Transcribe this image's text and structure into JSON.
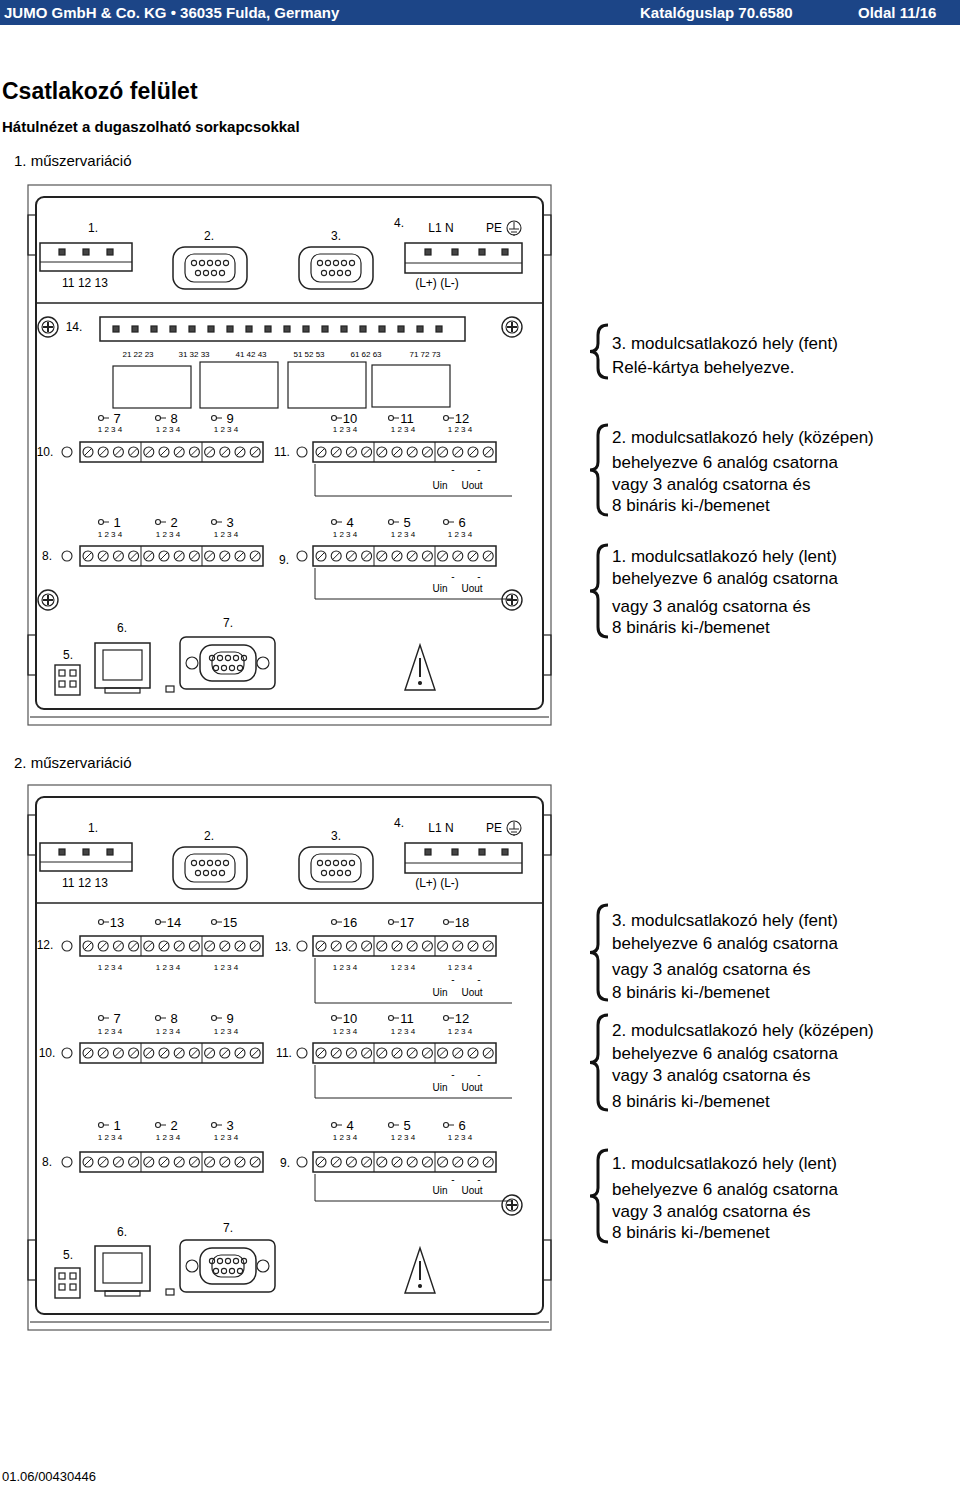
{
  "diagram": {
    "title": "Csatlakozó felület",
    "labels": [
      "JUMO GmbH & Co. KG • 36035 Fulda, Germany",
      "Katalóguslap 70.6580",
      "Oldal 11/16",
      "Hátulnézet a dugaszolható sorkapcsokkal",
      "1. műszervariáció",
      "1.",
      "2.",
      "3.",
      "4.",
      "L1 N",
      "PE",
      "11 12 13",
      "(L+) (L-)",
      "14.",
      "21 22 23",
      "31 32 33",
      "41 42 43",
      "51 52 53",
      "61 62 63",
      "71 72 73",
      "7",
      "8",
      "9",
      "10",
      "11",
      "12",
      "1 2 3 4",
      "1 2 3 4",
      "1 2 3 4",
      "1 2 3 4",
      "1 2 3 4",
      "1 2 3 4",
      "10.",
      "11.",
      "-",
      "-",
      "Uin",
      "Uout",
      "1",
      "2",
      "3",
      "4",
      "5",
      "6",
      "1 2 3 4",
      "1 2 3 4",
      "1 2 3 4",
      "1 2 3 4",
      "1 2 3 4",
      "1 2 3 4",
      "8.",
      "9.",
      "-",
      "-",
      "Uin",
      "Uout",
      "5.",
      "6.",
      "7.",
      "3. modulcsatlakozó hely (fent)",
      "Relé-kártya behelyezve.",
      "2. modulcsatlakozó hely (középen)",
      "behelyezve 6 analóg csatorna",
      "vagy 3 analóg csatorna és",
      "8 bináris ki-/bemenet",
      "1. modulcsatlakozó hely (lent)",
      "behelyezve 6 analóg csatorna",
      "vagy 3 analóg csatorna és",
      "8 bináris ki-/bemenet",
      "2. műszervariáció",
      "1.",
      "2.",
      "3.",
      "4.",
      "L1 N",
      "PE",
      "11 12 13",
      "(L+) (L-)",
      "13",
      "14",
      "15",
      "16",
      "17",
      "18",
      "1 2 3 4",
      "1 2 3 4",
      "1 2 3 4",
      "1 2 3 4",
      "1 2 3 4",
      "1 2 3 4",
      "12.",
      "13.",
      "-",
      "-",
      "Uin",
      "Uout",
      "7",
      "8",
      "9",
      "10",
      "11",
      "12",
      "1 2 3 4",
      "1 2 3 4",
      "1 2 3 4",
      "1 2 3 4",
      "1 2 3 4",
      "1 2 3 4",
      "10.",
      "11.",
      "-",
      "-",
      "Uin",
      "Uout",
      "1",
      "2",
      "3",
      "4",
      "5",
      "6",
      "1 2 3 4",
      "1 2 3 4",
      "1 2 3 4",
      "1 2 3 4",
      "1 2 3 4",
      "1 2 3 4",
      "8.",
      "9.",
      "-",
      "-",
      "Uin",
      "Uout",
      "5.",
      "6.",
      "7.",
      "3. modulcsatlakozó hely (fent)",
      "behelyezve 6 analóg csatorna",
      "vagy 3 analóg csatorna és",
      "8 bináris ki-/bemenet",
      "2. modulcsatlakozó hely (középen)",
      "behelyezve 6 analóg csatorna",
      "vagy 3 analóg csatorna és",
      "8 bináris ki-/bemenet",
      "1. modulcsatlakozó hely (lent)",
      "behelyezve 6 analóg csatorna",
      "vagy 3 analóg csatorna és",
      "8 bináris ki-/bemenet",
      "01.06/00430446"
    ]
  }
}
